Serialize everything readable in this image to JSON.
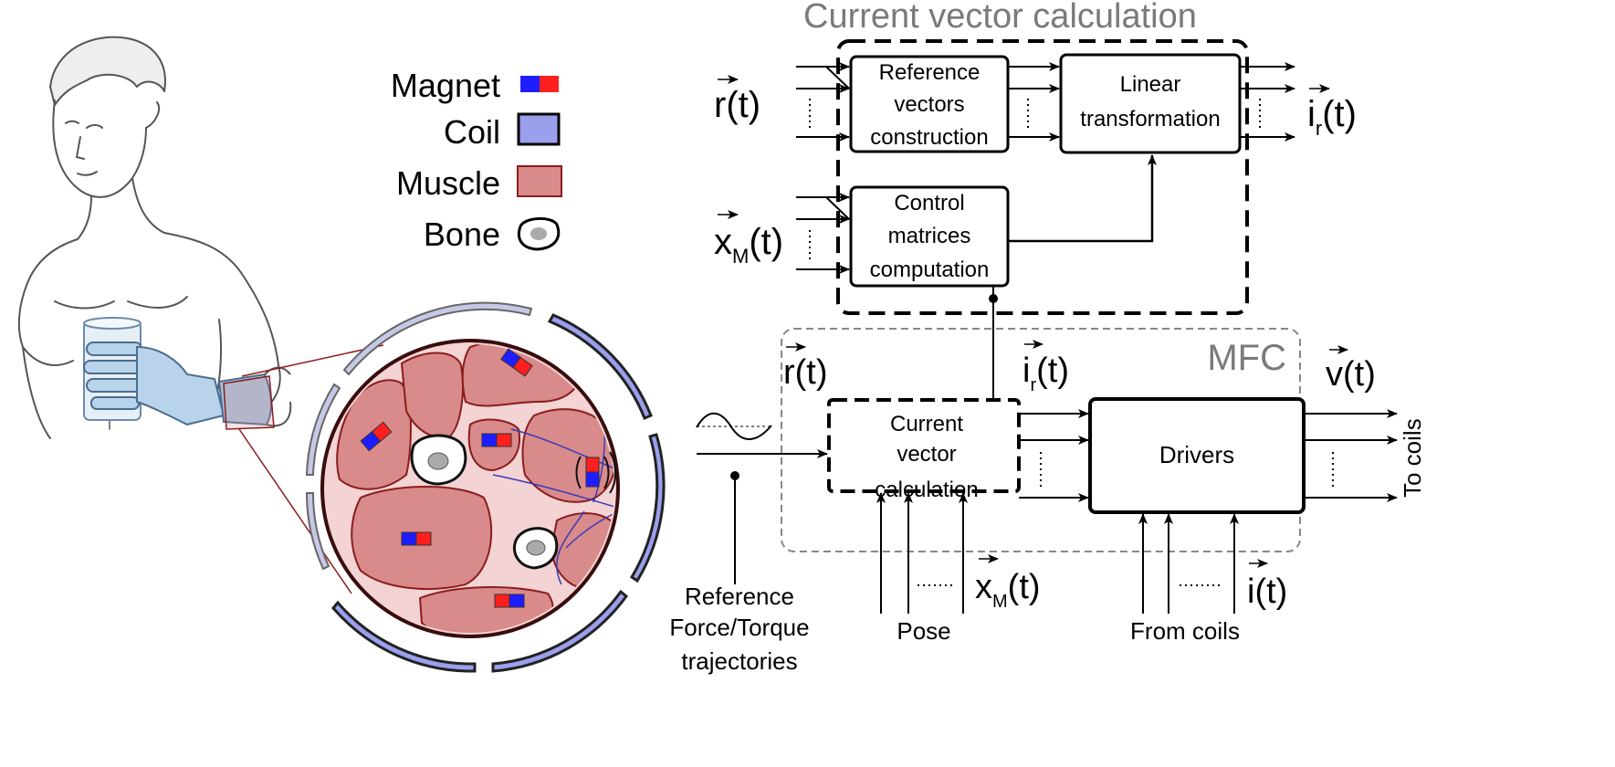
{
  "legend": {
    "magnet": "Magnet",
    "coil": "Coil",
    "muscle": "Muscle",
    "bone": "Bone"
  },
  "colors": {
    "magnet_north": "#1d1dff",
    "magnet_south": "#ff1f1f",
    "coil": "#9aa0ec",
    "muscle": "#d98a8a",
    "muscle_stroke": "#8b1d1d",
    "tissue": "#f3d3d3",
    "mfc_border": "#888888",
    "cvc_title": "#7a7a7a"
  },
  "cvc": {
    "title": "Current vector calculation",
    "box_reference": [
      "Reference",
      "vectors",
      "construction"
    ],
    "box_linear": [
      "Linear",
      "transformation"
    ],
    "box_control": [
      "Control",
      "matrices",
      "computation"
    ],
    "in_r": "r(t)",
    "in_x": "x",
    "in_x_sub": "M",
    "in_x_tail": "(t)",
    "out_i": "i",
    "out_i_sub": "r",
    "out_i_tail": "(t)"
  },
  "mfc": {
    "label": "MFC",
    "r_label": "r(t)",
    "i_label": "i",
    "i_sub": "r",
    "i_tail": "(t)",
    "v_label": "v(t)",
    "cvc_box": [
      "Current",
      "vector",
      "calculation"
    ],
    "drivers": "Drivers",
    "to_coils": "To coils",
    "x_label": "x",
    "x_sub": "M",
    "x_tail": "(t)",
    "pose": "Pose",
    "i_feedback": "i(t)",
    "from_coils": "From coils",
    "reference_text": [
      "Reference",
      "Force/Torque",
      "trajectories"
    ]
  }
}
